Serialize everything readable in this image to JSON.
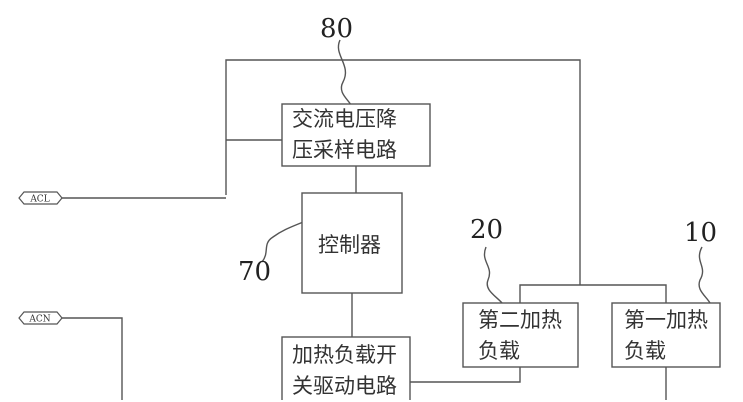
{
  "diagram": {
    "boxes": {
      "sampling": {
        "line1": "交流电压降",
        "line2": "压采样电路"
      },
      "controller": {
        "label": "控制器"
      },
      "switch_driver": {
        "line1": "加热负载开",
        "line2": "关驱动电路"
      },
      "heater2": {
        "line1": "第二加热",
        "line2": "负载"
      },
      "heater1": {
        "line1": "第一加热",
        "line2": "负载"
      }
    },
    "terminals": {
      "acl": "ACL",
      "acn": "ACN"
    },
    "refs": {
      "r80": "80",
      "r70": "70",
      "r20": "20",
      "r10": "10"
    }
  }
}
